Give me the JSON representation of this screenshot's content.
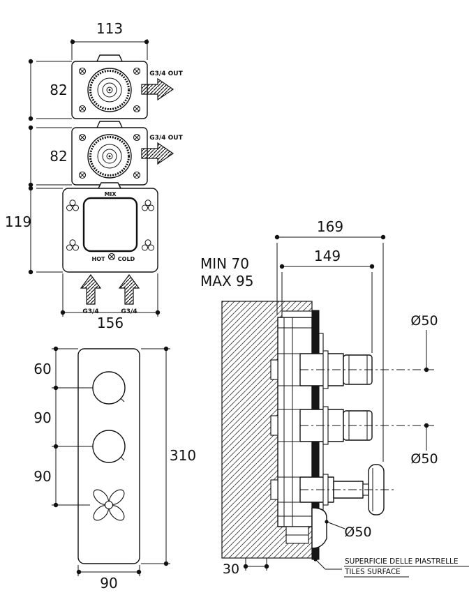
{
  "drawing": {
    "front_rough": {
      "dim_113": "113",
      "dim_82_a": "82",
      "dim_82_b": "82",
      "dim_119": "119",
      "dim_156": "156",
      "out_label_a": "G3/4 OUT",
      "out_label_b": "G3/4 OUT",
      "mix": "MIX",
      "hot": "HOT",
      "cold": "COLD",
      "inlet_a": "G3/4",
      "inlet_b": "G3/4"
    },
    "front_trim": {
      "dim_60": "60",
      "dim_90_a": "90",
      "dim_90_b": "90",
      "dim_310": "310",
      "dim_90_width": "90"
    },
    "section": {
      "dim_169": "169",
      "dim_149": "149",
      "min_depth": "MIN 70",
      "max_depth": "MAX 95",
      "dia_a": "Ø50",
      "dia_b": "Ø50",
      "dia_c": "Ø50",
      "dim_30": "30",
      "tiles_note_it": "SUPERFICIE DELLE PIASTRELLE",
      "tiles_note_en": "TILES SURFACE"
    }
  }
}
